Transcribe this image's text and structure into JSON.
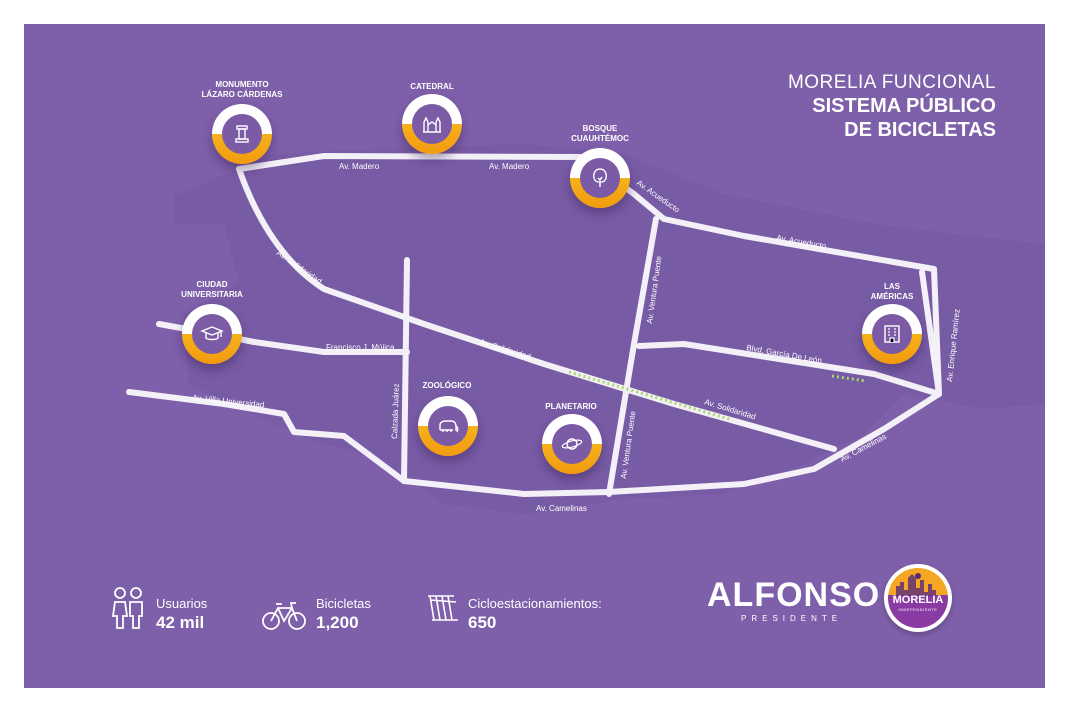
{
  "title": {
    "line1": "MORELIA FUNCIONAL",
    "line2": "SISTEMA PÚBLICO",
    "line3": "DE BICICLETAS"
  },
  "colors": {
    "background": "#7e5fa9",
    "road": "#f4f0f8",
    "accent": "#f6b21a",
    "bike_lane": "#a8d96e"
  },
  "places": [
    {
      "id": "monumento",
      "name_line1": "MONUMENTO",
      "name_line2": "LÁZARO CÁRDENAS",
      "icon": "monument-icon"
    },
    {
      "id": "catedral",
      "name_line1": "CATEDRAL",
      "name_line2": "",
      "icon": "cathedral-icon"
    },
    {
      "id": "bosque",
      "name_line1": "BOSQUE",
      "name_line2": "CUAUHTÉMOC",
      "icon": "tree-icon"
    },
    {
      "id": "ciudad",
      "name_line1": "CIUDAD",
      "name_line2": "UNIVERSITARIA",
      "icon": "graduation-cap-icon"
    },
    {
      "id": "americas",
      "name_line1": "LAS",
      "name_line2": "AMÉRICAS",
      "icon": "building-icon"
    },
    {
      "id": "zoologico",
      "name_line1": "ZOOLÓGICO",
      "name_line2": "",
      "icon": "elephant-icon"
    },
    {
      "id": "planetario",
      "name_line1": "PLANETARIO",
      "name_line2": "",
      "icon": "planet-icon"
    }
  ],
  "streets": {
    "madero_1": "Av. Madero",
    "madero_2": "Av. Madero",
    "acueducto_1": "Av. Acueducto",
    "acueducto_2": "Av. Acueducto",
    "solidaridad_1": "Av. Solidaridad",
    "solidaridad_2": "Av. Solidaridad",
    "solidaridad_3": "Av. Solidaridad",
    "ventura_1": "Av. Ventura Puente",
    "ventura_2": "Av. Ventura Puente",
    "mujica": "Francisco J. Mújica",
    "villa": "Av. Villa Universidad",
    "juarez": "Calzada Juárez",
    "garcia": "Blvd. García De León",
    "ramirez": "Av. Enrique Ramírez",
    "camelinas_1": "Av. Camelinas",
    "camelinas_2": "Av. Camelinas"
  },
  "stats": [
    {
      "label": "Usuarios",
      "value": "42 mil",
      "icon": "people-icon"
    },
    {
      "label": "Bicicletas",
      "value": "1,200",
      "icon": "bicycle-icon"
    },
    {
      "label": "Cicloestacionamientos:",
      "value": "650",
      "icon": "bike-rack-icon"
    }
  ],
  "brand": {
    "name": "ALFONSO",
    "subtitle": "PRESIDENTE",
    "party_name": "MORELIA",
    "party_sub": "INDEPENDIENTE"
  }
}
